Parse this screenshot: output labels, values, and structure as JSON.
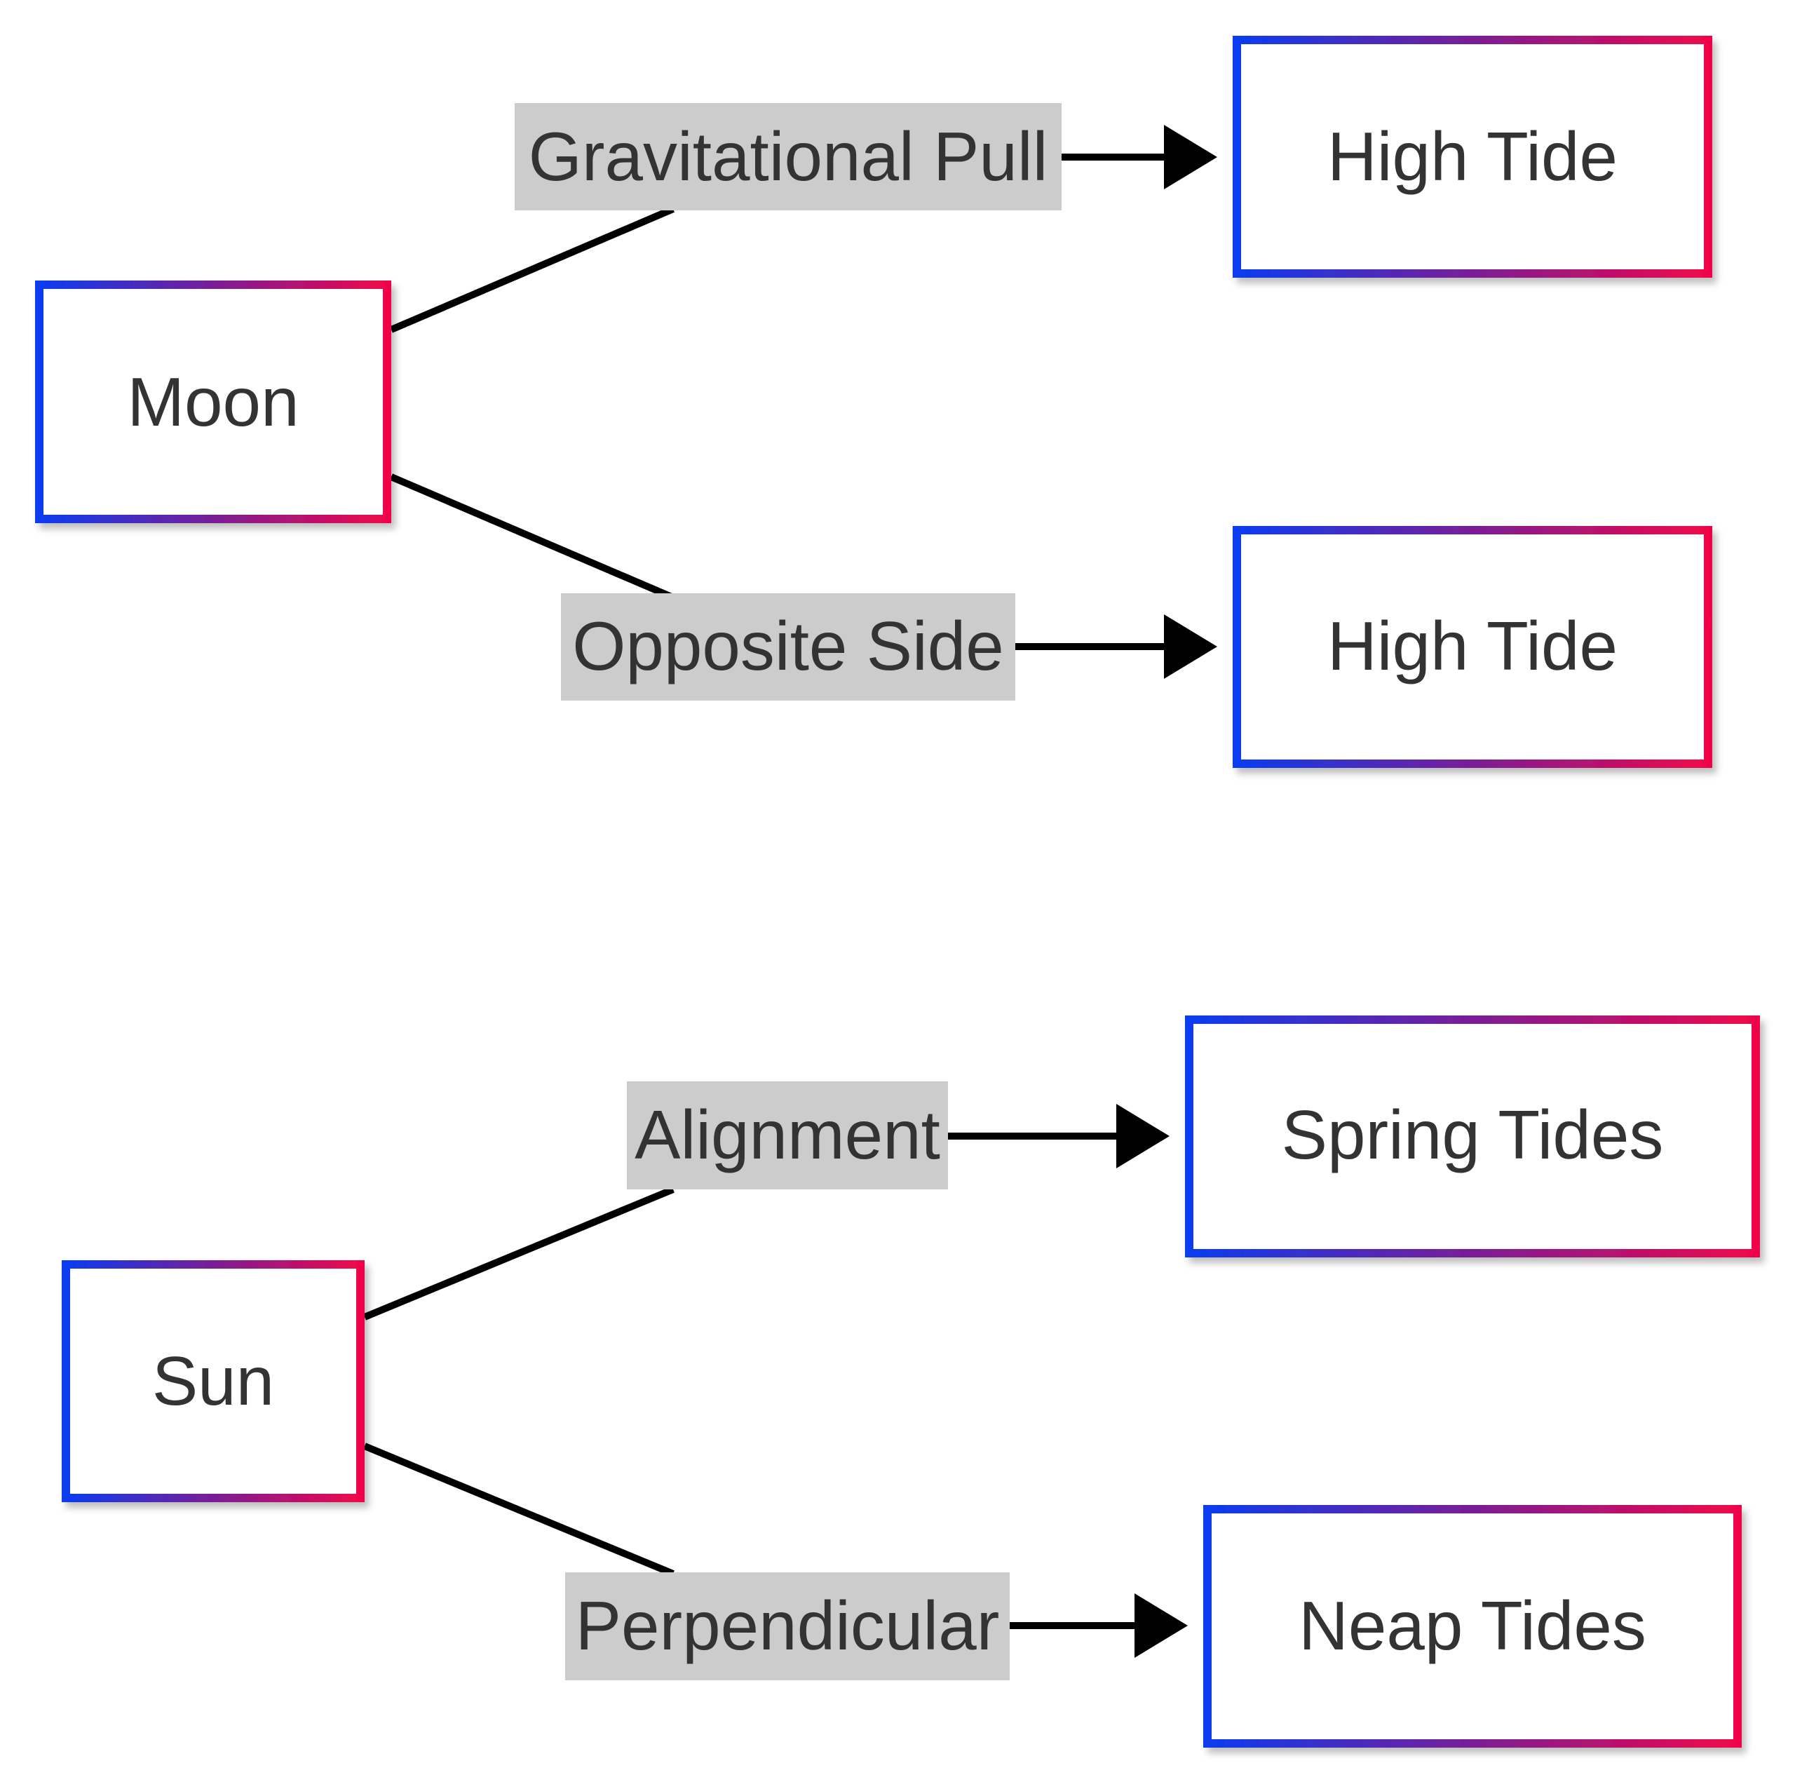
{
  "diagram": {
    "nodes": {
      "moon": "Moon",
      "high_tide_1": "High Tide",
      "high_tide_2": "High Tide",
      "sun": "Sun",
      "spring_tides": "Spring Tides",
      "neap_tides": "Neap Tides"
    },
    "edges": {
      "moon_to_high_tide_1": "Gravitational Pull",
      "moon_to_high_tide_2": "Opposite Side",
      "sun_to_spring_tides": "Alignment",
      "sun_to_neap_tides": "Perpendicular"
    },
    "colors": {
      "node_border_start": "#0a3cf0",
      "node_border_end": "#f0064a",
      "edge_label_background": "#cccccc",
      "edge_line": "#000000",
      "text": "#333333"
    }
  }
}
